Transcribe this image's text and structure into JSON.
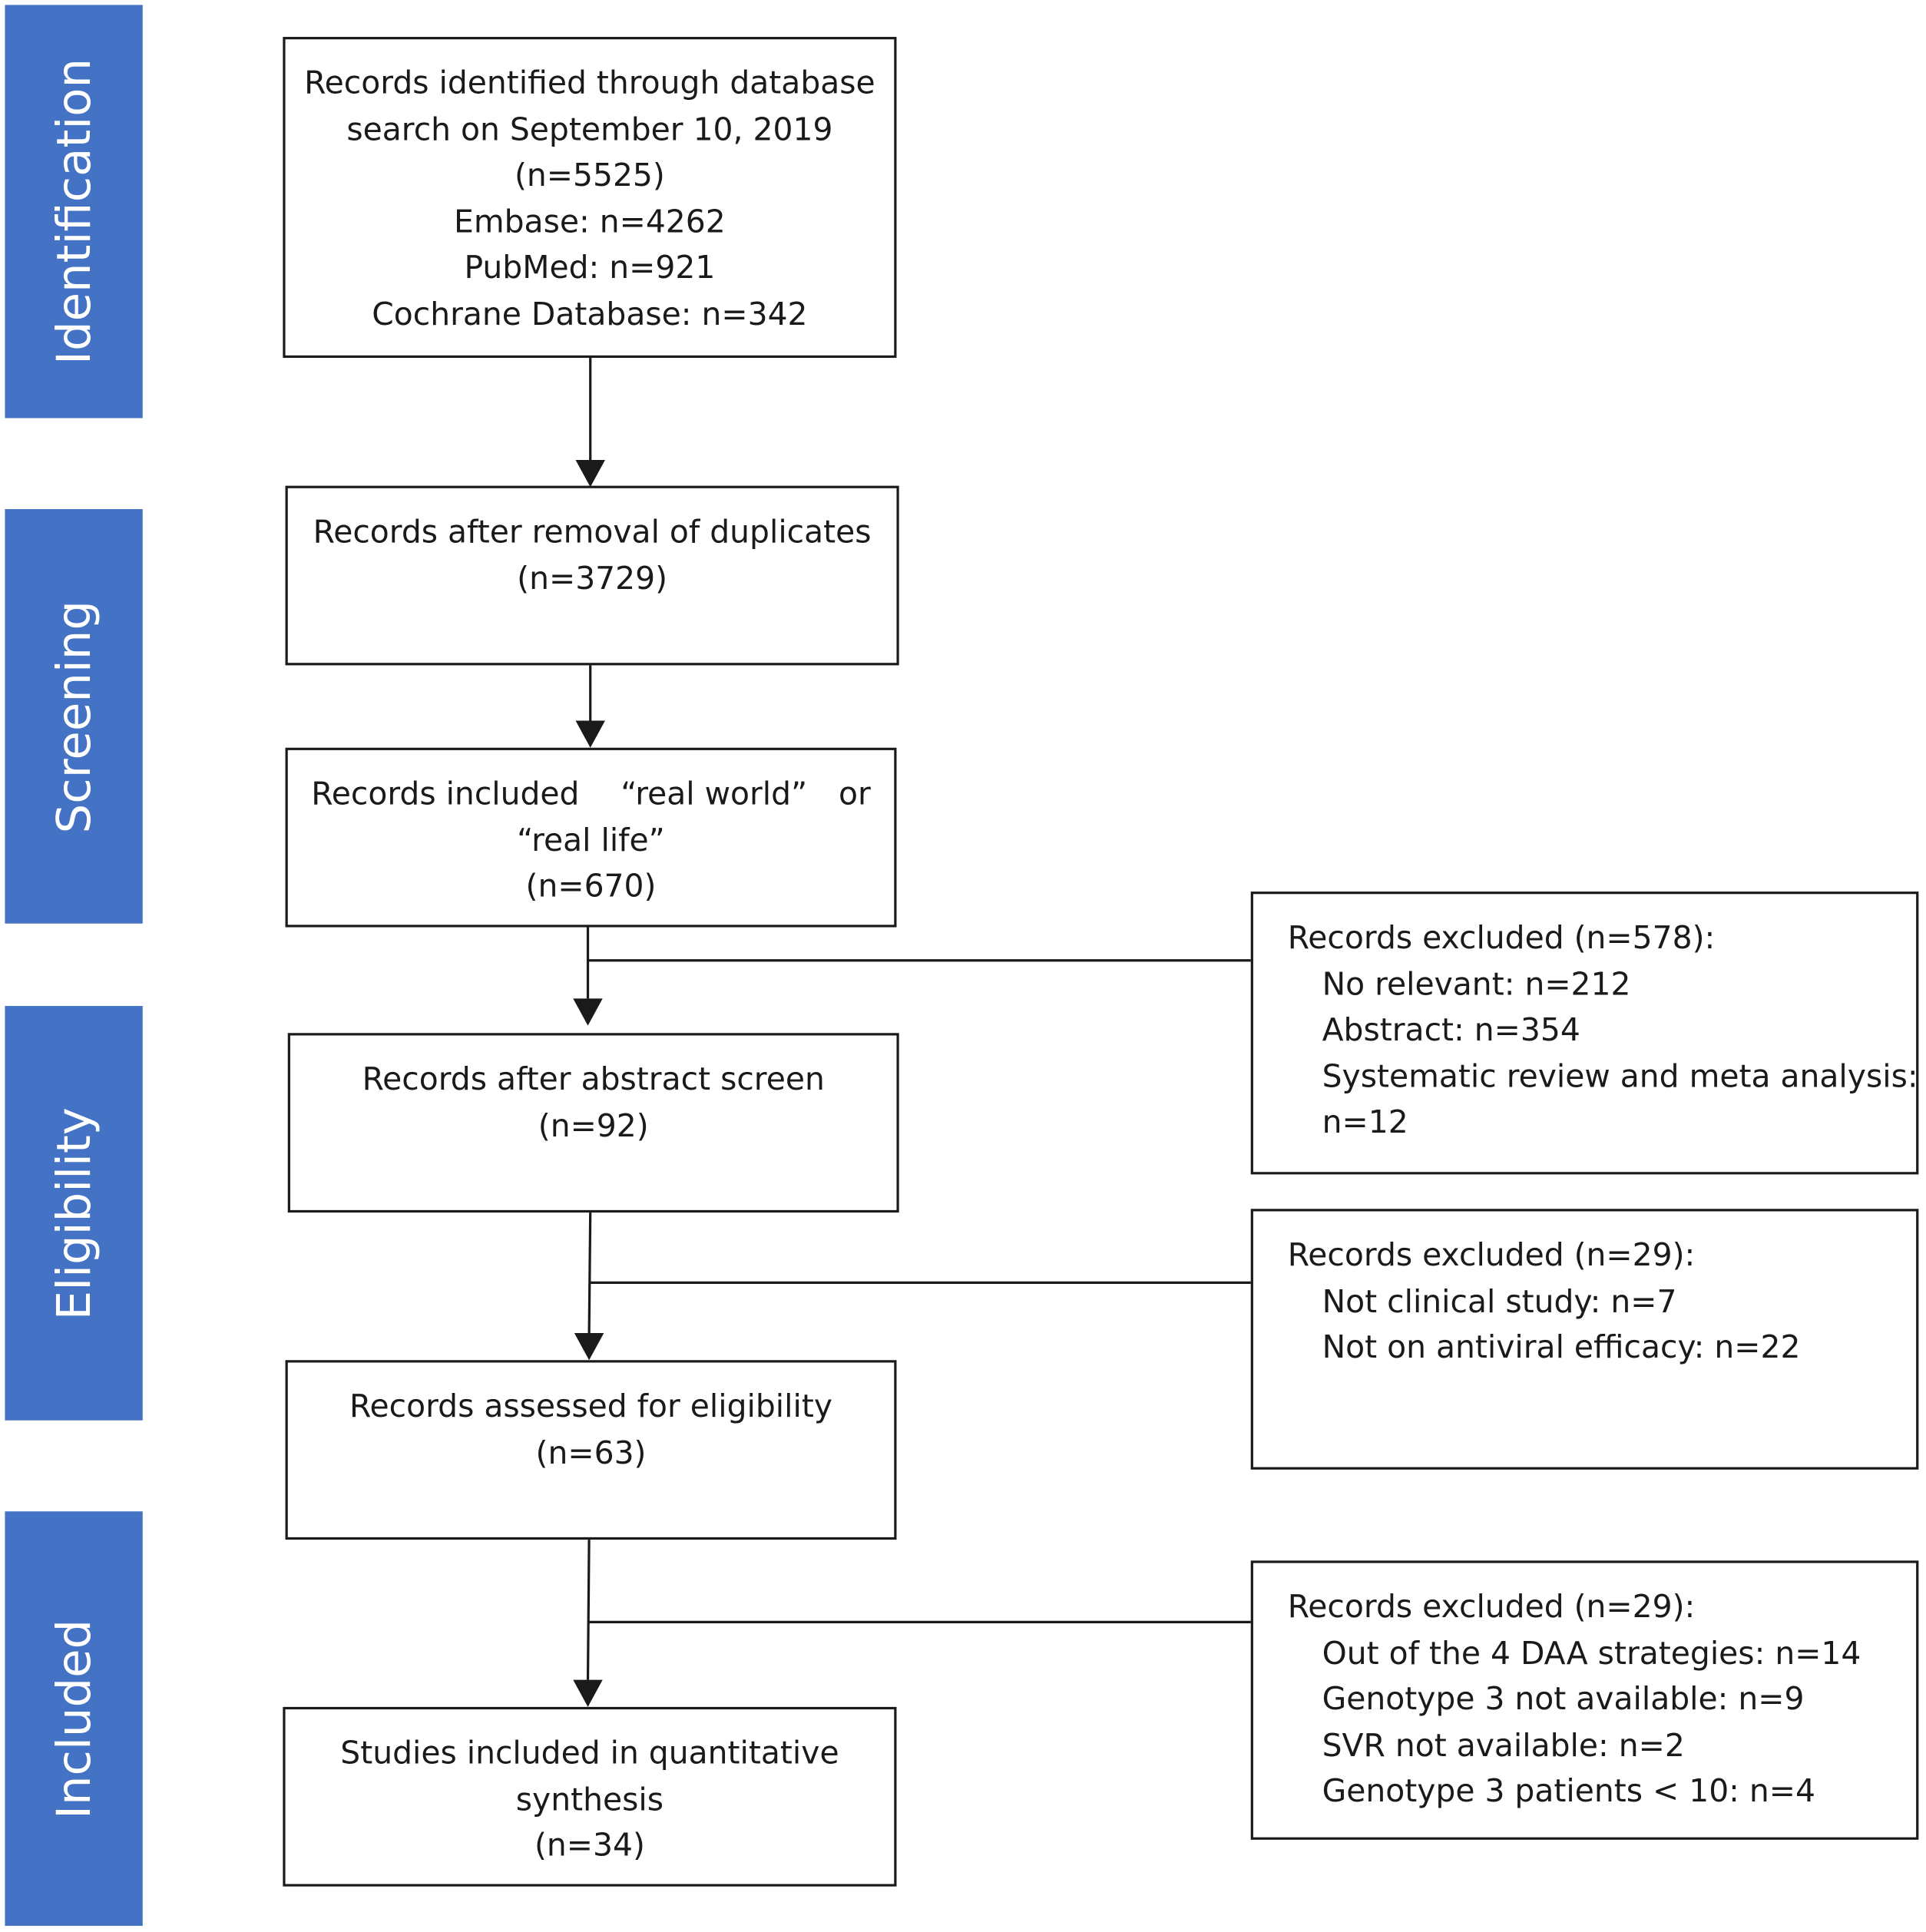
{
  "phases": {
    "identification": "Identification",
    "screening": "Screening",
    "eligibility": "Eligibility",
    "included": "Included"
  },
  "boxes": {
    "identified": {
      "lines": [
        "Records identified through database",
        "search on September 10, 2019",
        "(n=5525)",
        "Embase: n=4262",
        "PubMed: n=921",
        "Cochrane Database: n=342"
      ]
    },
    "deduplicated": {
      "lines": [
        "Records after removal of duplicates",
        "(n=3729)"
      ]
    },
    "real_world": {
      "lines": [
        "Records included 　“real world”　or",
        "“real life”",
        "(n=670)"
      ]
    },
    "abstract_screen": {
      "lines": [
        "Records after abstract screen",
        "(n=92)"
      ]
    },
    "assessed": {
      "lines": [
        "Records assessed for eligibility",
        "(n=63)"
      ]
    },
    "included": {
      "lines": [
        "Studies included in quantitative",
        "synthesis",
        "(n=34)"
      ]
    },
    "excluded_1": {
      "heading": "Records excluded (n=578):",
      "items": [
        "No relevant: n=212",
        "Abstract: n=354",
        "Systematic review and meta analysis:",
        "n=12"
      ]
    },
    "excluded_2": {
      "heading": "Records excluded (n=29):",
      "items": [
        "Not clinical study: n=7",
        "Not on antiviral efficacy: n=22"
      ]
    },
    "excluded_3": {
      "heading": "Records excluded (n=29):",
      "items": [
        "Out of the 4 DAA strategies: n=14",
        "Genotype 3 not available: n=9",
        "SVR not available: n=2",
        "Genotype 3 patients < 10: n=4"
      ]
    }
  }
}
